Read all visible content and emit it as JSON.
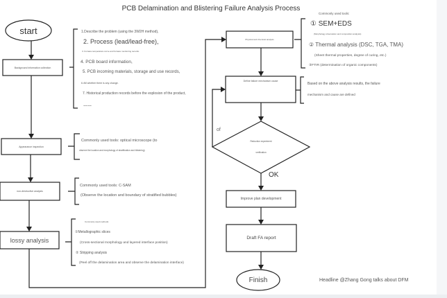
{
  "title": "PCB Delamination and Blistering Failure Analysis Process",
  "colors": {
    "line": "#222222",
    "text": "#333333",
    "muted": "#666666",
    "side_panel": "#f5f6f8"
  },
  "flow_left": {
    "start": "start",
    "background_info": "Background information collection",
    "appearance": "Appearance inspection",
    "non_destructive": "non-destructive analysis",
    "lossy": "lossy analysis"
  },
  "flow_right": {
    "physical_chemical": "Physical and chemical analysis",
    "define_mechanism": "Define failure mechanism cause",
    "decision": [
      "Reduction experiment",
      "verification"
    ],
    "loop_label": "of",
    "ok_label": "OK",
    "improve_plan": "Improve plan development",
    "draft_report": "Draft FA report",
    "finish": "Finish"
  },
  "notes": {
    "background": [
      "1.Describe the problem (using the 3W2H method),",
      "2. Process (lead/lead-free),",
      "3. Furnace temperature curve and furnace monitoring records.",
      "4. PCB board information,",
      "5. PCB incoming materials, storage and use records,",
      "6.4M whether there is any change.",
      "7. Historical production records before the explosion of the product,",
      "……"
    ],
    "appearance": [
      "Commonly used tools: optical microscope (to",
      "observe the location and morphology of stratification and blistering)"
    ],
    "non_destructive": [
      "Commonly used tools: C-SAM",
      "(Observe the location and boundary of stratified bubbles)"
    ],
    "lossy": [
      "Commonly used methods:",
      "①Metallographic slices",
      "(Cross-sectional morphology and layered interface position)",
      "② Stripping analysis",
      "(Peel off the delamination area and observe the delamination interface)"
    ],
    "physical_chemical": [
      "Commonly used tools:",
      "① SEM+EDS",
      "(Morphology observation and composition analysis)",
      "② Thermal analysis (DSC, TGA, TMA)",
      "(Sheet thermal properties, degree of curing, etc.)",
      "③FTIR (determination of organic components)"
    ],
    "define_mechanism": [
      "Based on the above analysis results, the failure",
      "mechanism and cause are defined"
    ]
  },
  "watermark": "Headline @Zhang Gong talks about DFM"
}
